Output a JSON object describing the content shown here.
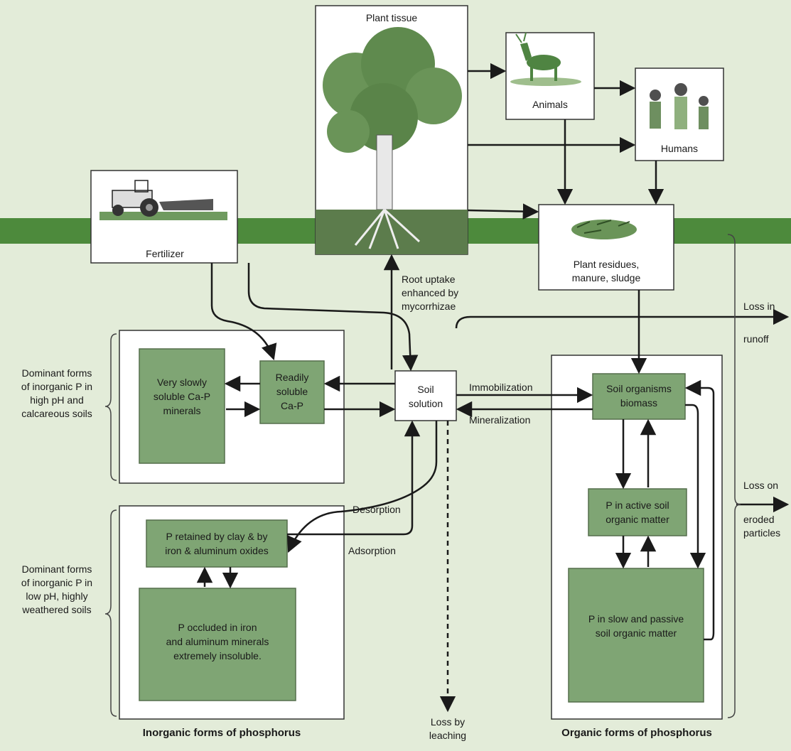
{
  "colors": {
    "background": "#e3ecd9",
    "soil_band": "#4d8a3c",
    "green_box": "#7fa574",
    "green_box_border": "#556f4c",
    "white_box": "#ffffff",
    "arrow": "#1a1a1a"
  },
  "icons": {
    "fertilizer": "tractor-icon",
    "plant": "tree-icon",
    "animals": "deer-icon",
    "humans": "family-icon",
    "residues": "litter-pile-icon"
  },
  "nodes": {
    "fertilizer": "Fertilizer",
    "plant_tissue": "Plant tissue",
    "animals": "Animals",
    "humans": "Humans",
    "plant_residues": [
      "Plant residues,",
      "manure, sludge"
    ],
    "soil_solution": [
      "Soil",
      "solution"
    ],
    "very_slowly_soluble": [
      "Very slowly",
      "soluble Ca-P",
      "minerals"
    ],
    "readily_soluble": [
      "Readily",
      "soluble",
      "Ca-P"
    ],
    "p_retained": [
      "P retained by clay & by",
      "iron & aluminum oxides"
    ],
    "p_occluded": [
      "P occluded in iron",
      "and aluminum minerals",
      "extremely insoluble."
    ],
    "soil_organisms": [
      "Soil organisms",
      "biomass"
    ],
    "p_active": [
      "P in active soil",
      "organic matter"
    ],
    "p_slow": [
      "P in slow and passive",
      "soil organic matter"
    ]
  },
  "flow_labels": {
    "root_uptake": [
      "Root uptake",
      "enhanced by",
      "mycorrhizae"
    ],
    "immobilization": "Immobilization",
    "mineralization": "Mineralization",
    "desorption": "Desorption",
    "adsorption": "Adsorption",
    "loss_leaching": [
      "Loss by",
      "leaching"
    ],
    "loss_runoff": [
      "Loss in",
      "runoff"
    ],
    "loss_eroded": [
      "Loss on",
      "eroded",
      "particles"
    ]
  },
  "side_labels": {
    "high_ph": [
      "Dominant forms",
      "of inorganic P in",
      "high pH and",
      "calcareous soils"
    ],
    "low_ph": [
      "Dominant forms",
      "of inorganic P in",
      "low pH, highly",
      "weathered soils"
    ]
  },
  "footers": {
    "inorganic": "Inorganic forms of phosphorus",
    "organic": "Organic forms of phosphorus"
  }
}
